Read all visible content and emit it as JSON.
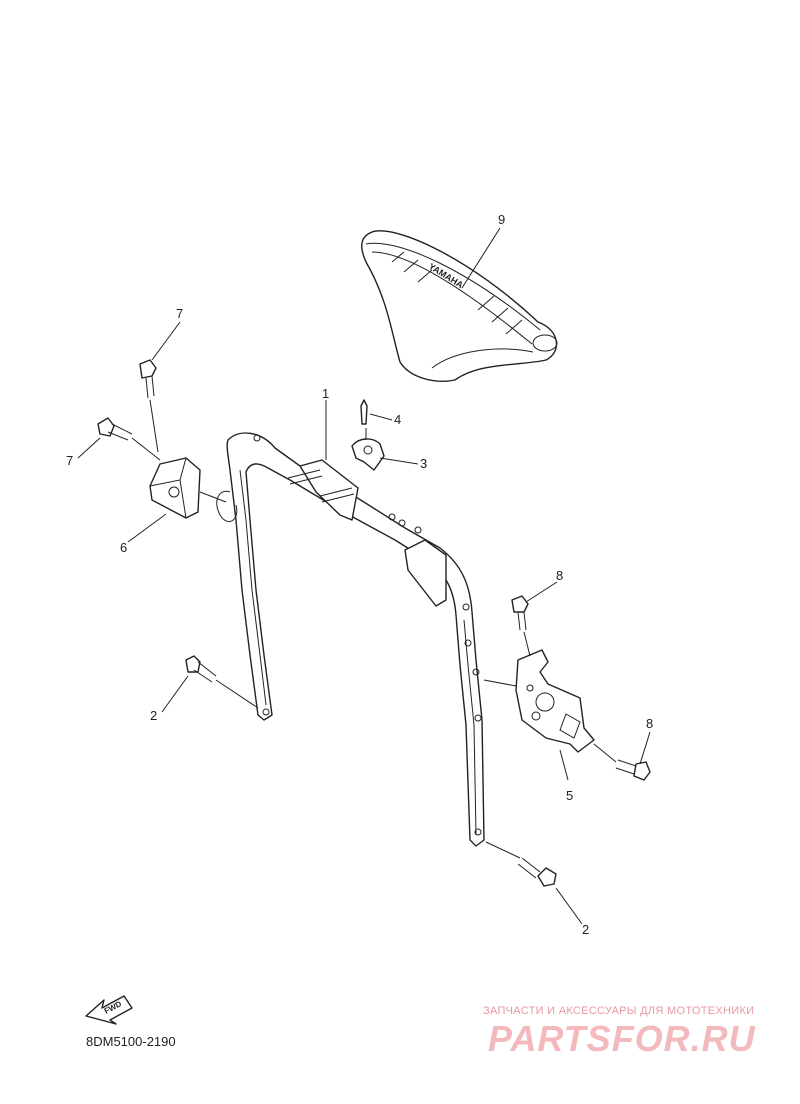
{
  "callouts": {
    "c1": "1",
    "c2a": "2",
    "c2b": "2",
    "c3": "3",
    "c4": "4",
    "c5": "5",
    "c6": "6",
    "c7a": "7",
    "c7b": "7",
    "c8a": "8",
    "c8b": "8",
    "c9": "9"
  },
  "fwd_label": "FWD",
  "seat_logo": "YAMAHA",
  "diagram_code": "8DM5100-2190",
  "watermark": {
    "tagline": "ЗАПЧАСТИ И АКСЕССУАРЫ ДЛЯ МОТОТЕХНИКИ",
    "brand": "PARTSFOR.RU"
  },
  "colors": {
    "line": "#222222",
    "watermark": "#f3b9bd"
  }
}
